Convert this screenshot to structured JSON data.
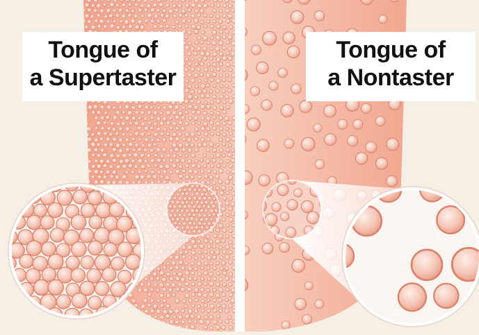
{
  "labels": {
    "supertaster": {
      "line1": "Tongue of",
      "line2": "a Supertaster"
    },
    "nontaster": {
      "line1": "Tongue of",
      "line2": "a Nontaster"
    }
  },
  "colors": {
    "background": "#f5efe6",
    "tongue_pink": "#f0b3a1",
    "papilla_fill": "#f7cfc2",
    "papilla_stroke": "#d9826c",
    "magnifier_bg": "#faf4f0",
    "label_bg": "#ffffff",
    "divider": "#ffffff"
  }
}
